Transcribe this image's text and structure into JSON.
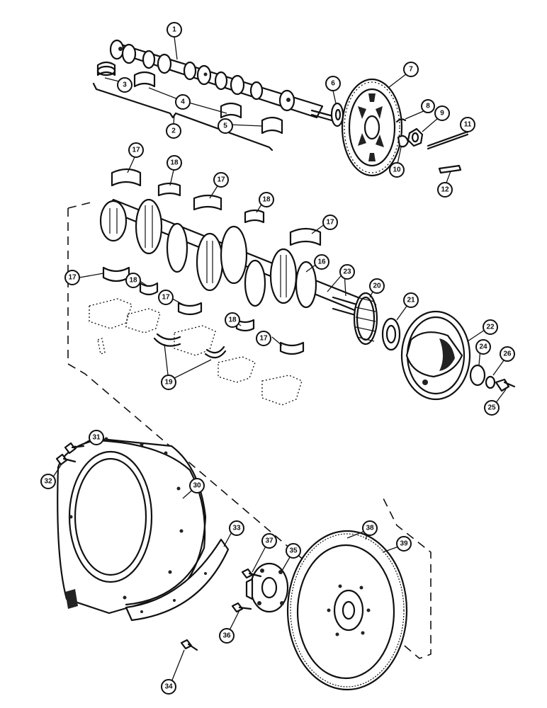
{
  "callouts": [
    {
      "id": "c1",
      "label": "1"
    },
    {
      "id": "c2",
      "label": "2"
    },
    {
      "id": "c3",
      "label": "3"
    },
    {
      "id": "c4",
      "label": "4"
    },
    {
      "id": "c5",
      "label": "5"
    },
    {
      "id": "c6",
      "label": "6"
    },
    {
      "id": "c7",
      "label": "7"
    },
    {
      "id": "c8",
      "label": "8"
    },
    {
      "id": "c9",
      "label": "9"
    },
    {
      "id": "c10",
      "label": "10"
    },
    {
      "id": "c11",
      "label": "11"
    },
    {
      "id": "c12",
      "label": "12"
    },
    {
      "id": "c17a",
      "label": "17"
    },
    {
      "id": "c18a",
      "label": "18"
    },
    {
      "id": "c17b",
      "label": "17"
    },
    {
      "id": "c18b",
      "label": "18"
    },
    {
      "id": "c17c",
      "label": "17"
    },
    {
      "id": "c17d",
      "label": "17"
    },
    {
      "id": "c18c",
      "label": "18"
    },
    {
      "id": "c17e",
      "label": "17"
    },
    {
      "id": "c16",
      "label": "16"
    },
    {
      "id": "c23",
      "label": "23"
    },
    {
      "id": "c20",
      "label": "20"
    },
    {
      "id": "c21",
      "label": "21"
    },
    {
      "id": "c22",
      "label": "22"
    },
    {
      "id": "c18d",
      "label": "18"
    },
    {
      "id": "c17f",
      "label": "17"
    },
    {
      "id": "c19",
      "label": "19"
    },
    {
      "id": "c24",
      "label": "24"
    },
    {
      "id": "c26",
      "label": "26"
    },
    {
      "id": "c25",
      "label": "25"
    },
    {
      "id": "c31",
      "label": "31"
    },
    {
      "id": "c32",
      "label": "32"
    },
    {
      "id": "c30",
      "label": "30"
    },
    {
      "id": "c33",
      "label": "33"
    },
    {
      "id": "c37",
      "label": "37"
    },
    {
      "id": "c35",
      "label": "35"
    },
    {
      "id": "c38",
      "label": "38"
    },
    {
      "id": "c39",
      "label": "39"
    },
    {
      "id": "c36",
      "label": "36"
    },
    {
      "id": "c34",
      "label": "34"
    }
  ]
}
